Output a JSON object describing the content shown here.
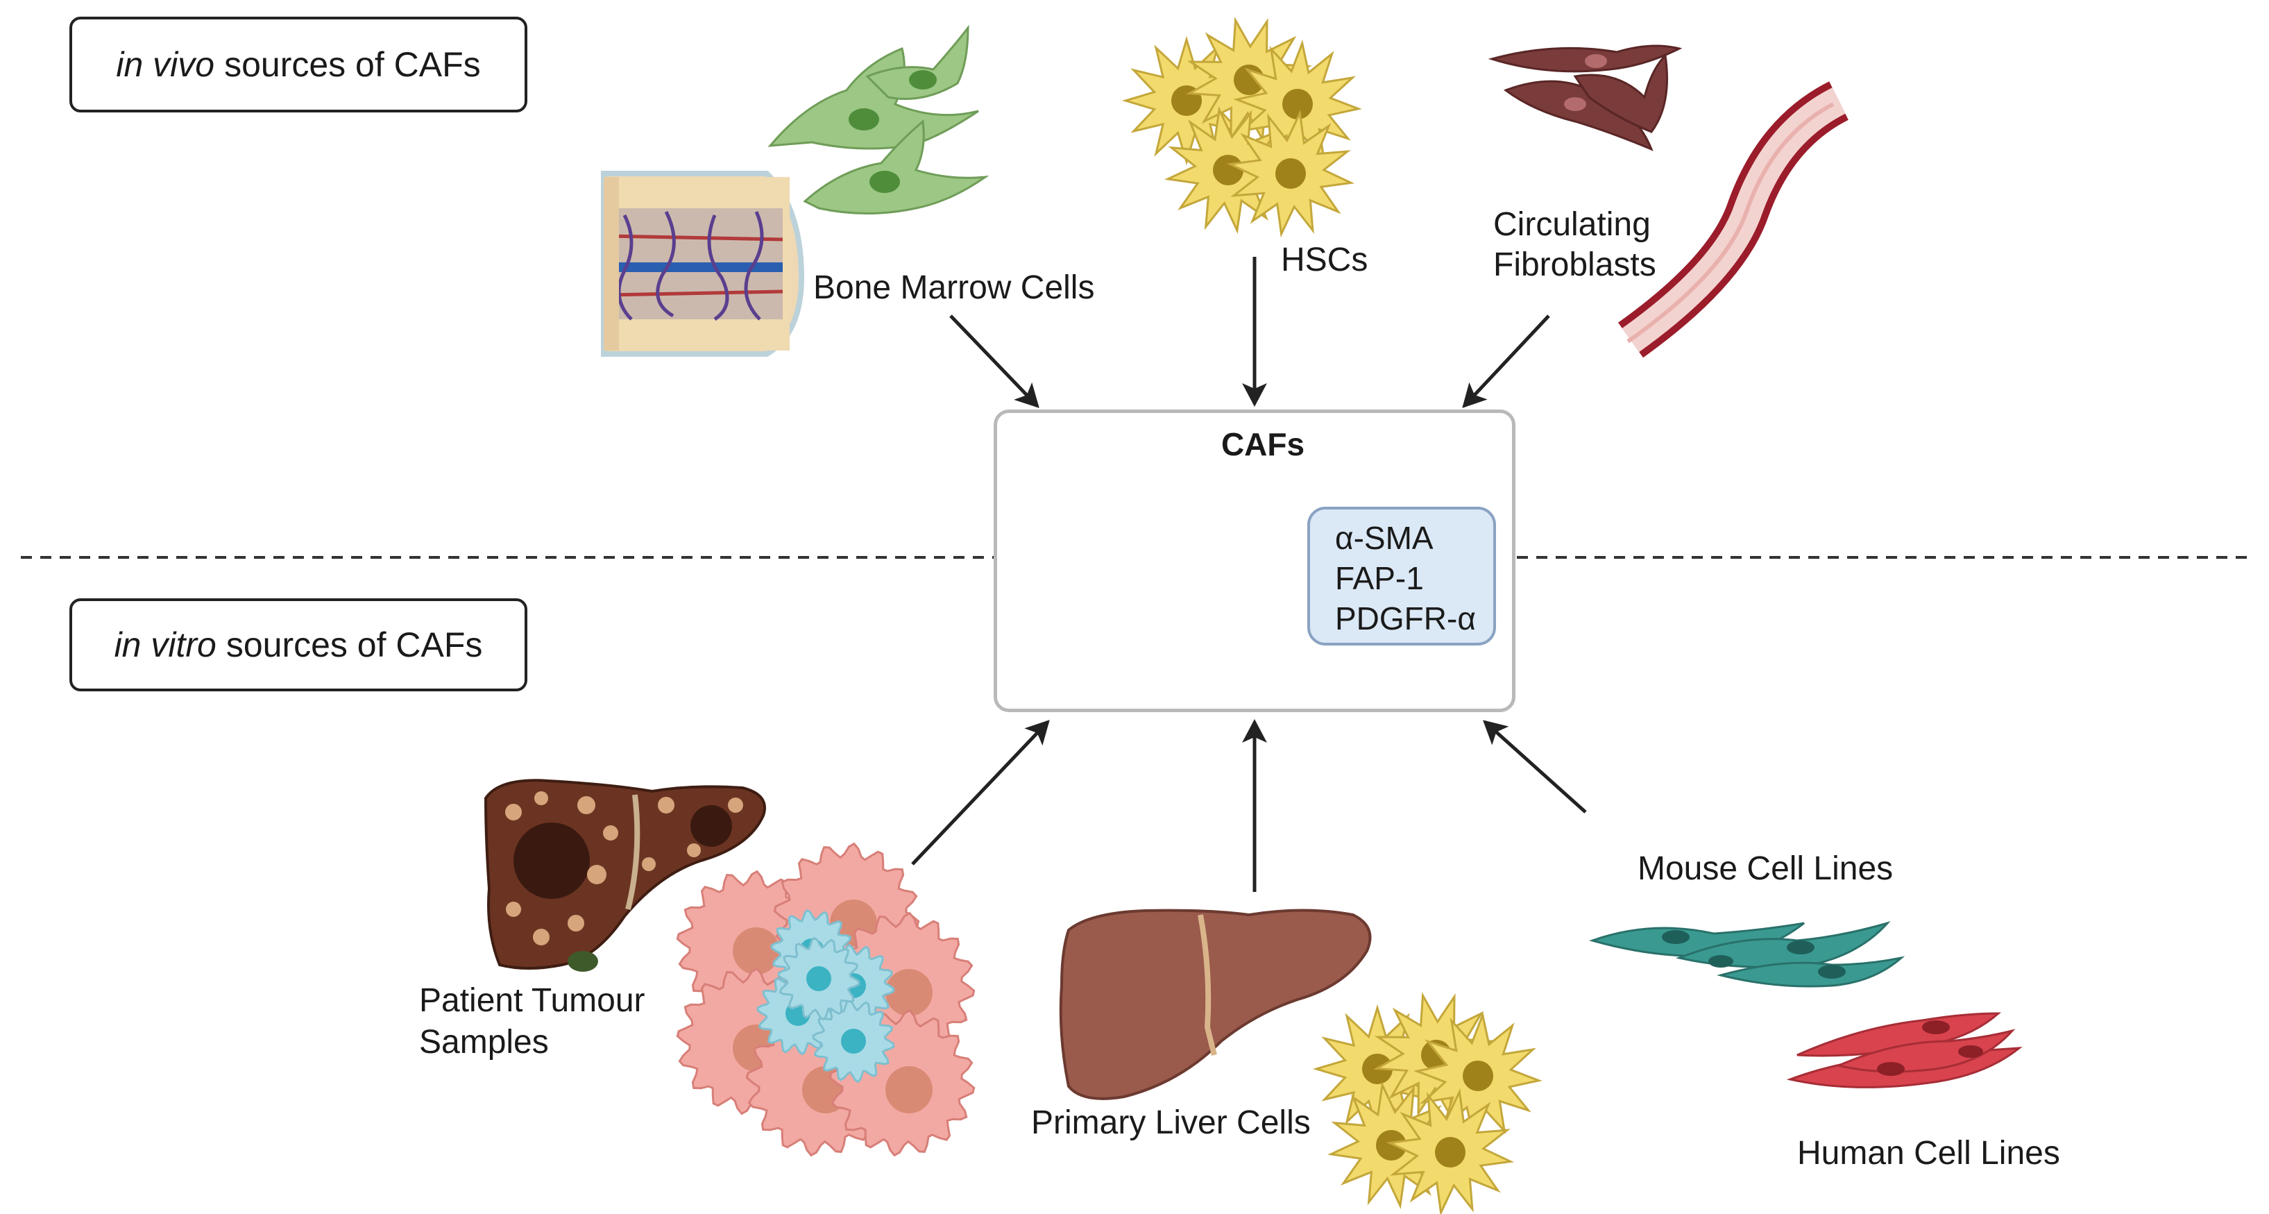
{
  "headings": {
    "in_vivo_italic": "in vivo",
    "in_vivo_rest": "sources of CAFs",
    "in_vitro_italic": "in vitro",
    "in_vitro_rest": "sources of CAFs"
  },
  "center": {
    "title": "CAFs",
    "markers": [
      "α-SMA",
      "FAP-1",
      "PDGFR-α"
    ]
  },
  "labels": {
    "bone_marrow": "Bone Marrow Cells",
    "hscs": "HSCs",
    "circulating_1": "Circulating",
    "circulating_2": "Fibroblasts",
    "patient_1": "Patient Tumour",
    "patient_2": "Samples",
    "primary_liver": "Primary Liver Cells",
    "mouse": "Mouse Cell Lines",
    "human": "Human Cell Lines"
  },
  "colors": {
    "bone_marrow_cell": "#9cc784",
    "hsc": "#f2da6c",
    "hsc_nucleus": "#a0821a",
    "fibroblast": "#7a3b3b",
    "vessel": "#9b1c2a",
    "caf": "#a9dbe6",
    "caf_nucleus": "#3bb3c3",
    "liver": "#9a5a4c",
    "tumour_liver": "#6b3422",
    "pink_cell": "#f3a9a3",
    "mouse_cell": "#3a9a92",
    "human_cell": "#d8434d"
  }
}
